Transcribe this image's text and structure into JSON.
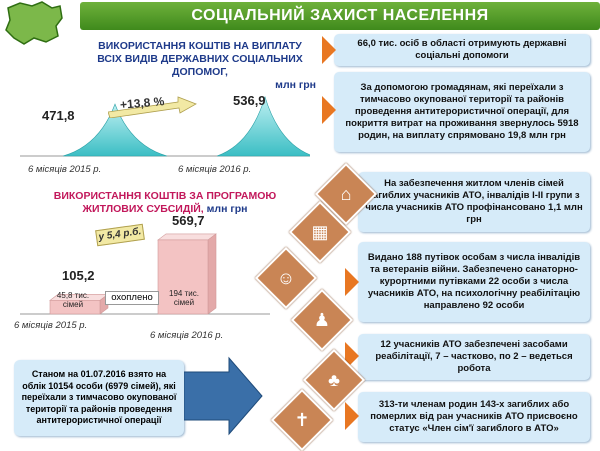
{
  "header": {
    "title": "СОЦІАЛЬНИЙ ЗАХИСТ НАСЕЛЕННЯ"
  },
  "chart1": {
    "title_line1": "ВИКОРИСТАННЯ КОШТІВ НА ВИПЛАТУ",
    "title_line2": "ВСІХ ВИДІВ ДЕРЖАВНИХ СОЦІАЛЬНИХ ДОПОМОГ,",
    "title_line3": "млн грн",
    "change_label": "+13,8 %",
    "value_label_2015": "471,8",
    "value_label_2016": "536,9",
    "period_2015": "6 місяців 2015 р.",
    "period_2016": "6 місяців 2016 р."
  },
  "chart2": {
    "title_line1": "ВИКОРИСТАННЯ КОШТІВ ЗА ПРОГРАМОЮ",
    "title_line2": "ЖИТЛОВИХ СУБСИДІЙ,",
    "title_unit": "млн грн",
    "change_label": "у 5,4 р.б.",
    "value_label_2015": "105,2",
    "value_label_2016": "569,7",
    "covered_label": "охоплено",
    "families_2015": "45,8 тис. сімей",
    "families_2016": "194 тис. сімей",
    "period_2015": "6 місяців 2015 р.",
    "period_2016": "6 місяців 2016 р."
  },
  "chart_data": [
    {
      "type": "area",
      "categories": [
        "6 місяців 2015 р.",
        "6 місяців 2016 р."
      ],
      "values": [
        471.8,
        536.9
      ],
      "title": "ВИКОРИСТАННЯ КОШТІВ НА ВИПЛАТУ ВСІХ ВИДІВ ДЕРЖАВНИХ СОЦІАЛЬНИХ ДОПОМОГ, млн грн"
    },
    {
      "type": "bar",
      "categories": [
        "6 місяців 2015 р.",
        "6 місяців 2016 р."
      ],
      "values": [
        105.2,
        569.7
      ],
      "title": "ВИКОРИСТАННЯ КОШТІВ ЗА ПРОГРАМОЮ ЖИТЛОВИХ СУБСИДІЙ, млн грн"
    }
  ],
  "info_boxes": [
    "66,0 тис. осіб в області отримують державні соціальні допомоги",
    "За допомогою громадянам, які переїхали з тимчасово окупованої території та районів проведення антитерористичної операції, для покриття витрат на проживання звернулось 5918 родин, на виплату спрямовано 19,8 млн грн",
    "На забезпечення житлом членів сімей загиблих учасників АТО, інвалідів І-ІІ групи з числа учасників АТО профінансовано 1,1 млн грн",
    "Видано 188 путівок особам з числа інвалідів та ветеранів війни. Забезпечено санаторно-курортними путівками 22 особи з числа учасників АТО, на психологічну реабілітацію направлено 92 особи",
    "12 учасників АТО забезпечені засобами реабілітації, 7 – частково, по 2 – ведеться робота",
    "313-ти членам родин 143-х загиблих або померлих від ран учасників АТО присвоєно статус «Член сім'ї загиблого в АТО»"
  ],
  "bottom_left": "Станом на 01.07.2016 взято на облік 10154 особи (6979 сімей), які переїхали з тимчасово окупованої території та районів проведення антитерористичної операції",
  "colors": {
    "header": "#4c9a28",
    "info_bg": "#d6ebf9",
    "arrow": "#e87722",
    "mound": "#3bbec4",
    "bar": "#f3c3c3",
    "photo": "#c98555"
  }
}
